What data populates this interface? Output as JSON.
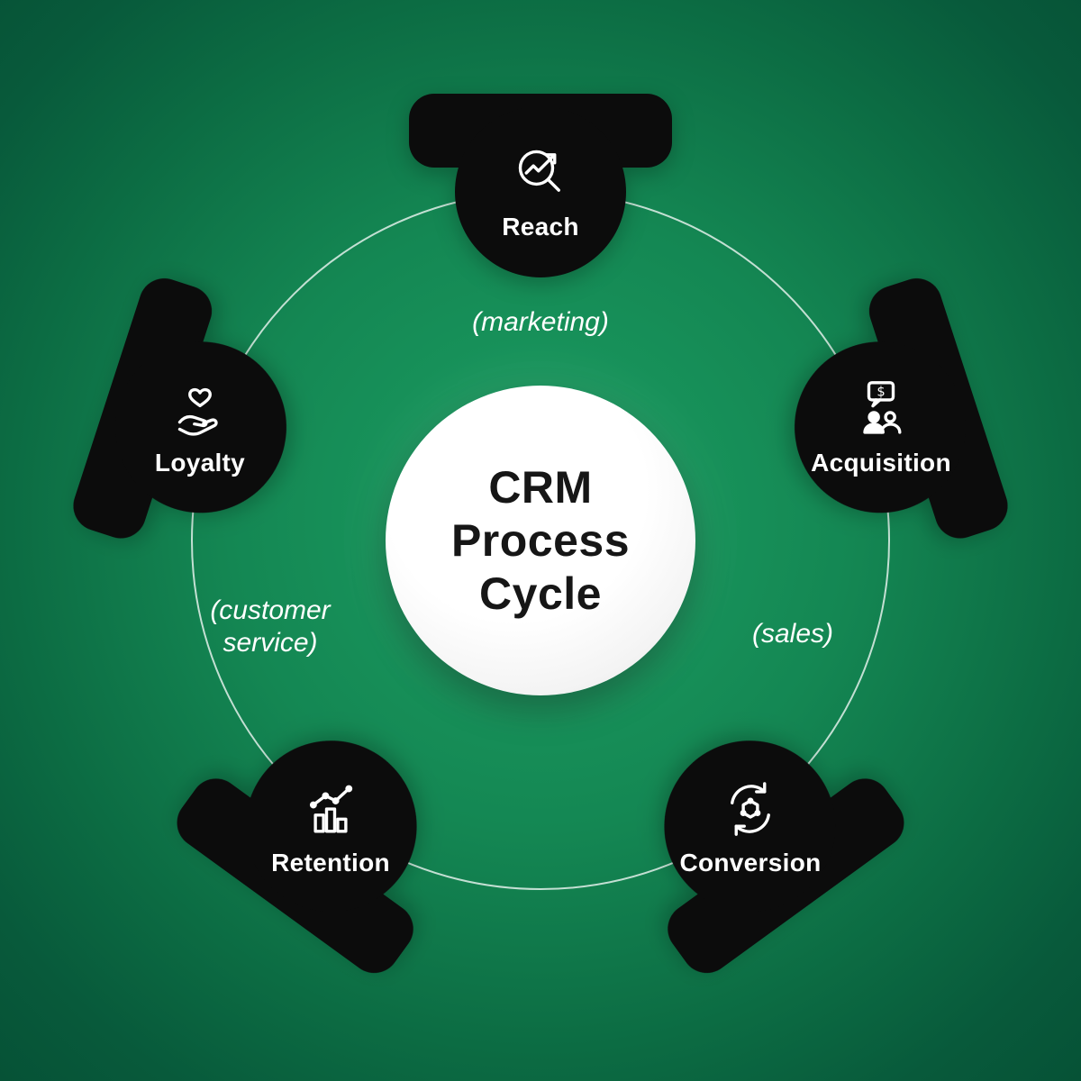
{
  "title": "CRM Process Cycle",
  "center": {
    "line1": "CRM",
    "line2": "Process",
    "line3": "Cycle"
  },
  "nodes": [
    {
      "label": "Reach",
      "icon": "search-trend-icon"
    },
    {
      "label": "Acquisition",
      "icon": "people-dollar-chat-icon"
    },
    {
      "label": "Conversion",
      "icon": "sync-arrows-hexagon-icon"
    },
    {
      "label": "Retention",
      "icon": "bar-chart-growth-icon"
    },
    {
      "label": "Loyalty",
      "icon": "hand-heart-icon"
    }
  ],
  "connector_labels": {
    "marketing": "(marketing)",
    "sales": "(sales)",
    "customer_service": "(customer service)"
  },
  "colors": {
    "background_center": "#1b9e62",
    "background_edge": "#065236",
    "node_black": "#0c0c0c",
    "label_text": "#ffffff",
    "center_text": "#161616"
  }
}
